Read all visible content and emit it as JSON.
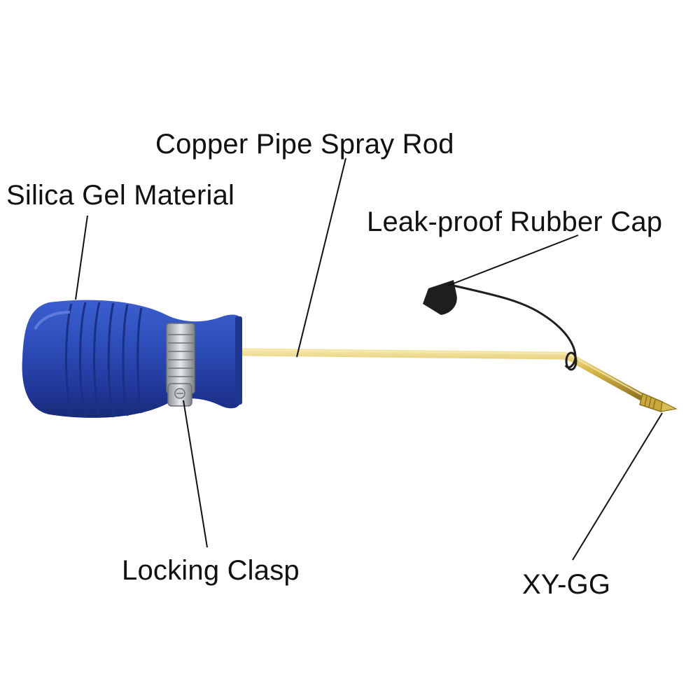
{
  "labels": {
    "copper_pipe": "Copper Pipe Spray Rod",
    "silica_gel": "Silica Gel Material",
    "rubber_cap": "Leak-proof Rubber Cap",
    "locking_clasp": "Locking Clasp",
    "model": "XY-GG"
  },
  "colors": {
    "bulb_blue": "#2c4bb0",
    "brass": "#c9a93c",
    "steel": "#b9bcc0",
    "leader": "#111111",
    "cap": "#1e1e1e"
  }
}
